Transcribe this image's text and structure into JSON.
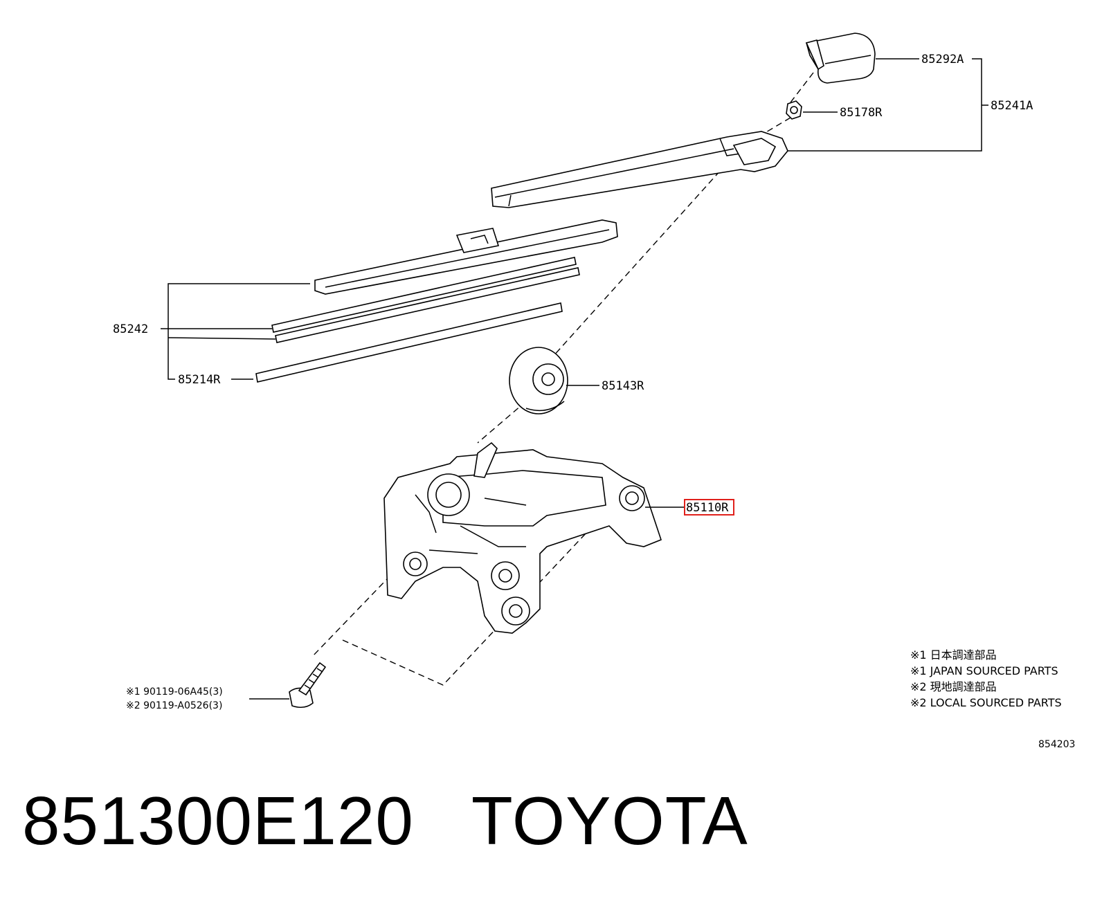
{
  "callouts": {
    "cap": "85292A",
    "nut": "85178R",
    "arm_assy": "85241A",
    "blade": "85242",
    "rubber": "85214R",
    "cover": "85143R",
    "motor": "85110R",
    "bolt_1": "※1 90119-06A45(3)",
    "bolt_2": "※2 90119-A0526(3)"
  },
  "notes": [
    "※1 日本調達部品",
    "※1 JAPAN SOURCED PARTS",
    "※2 現地調達部品",
    "※2 LOCAL SOURCED PARTS"
  ],
  "diagram_code": "854203",
  "footer": {
    "part_number": "851300E120",
    "brand": "TOYOTA"
  },
  "highlight_color": "#e0201b"
}
